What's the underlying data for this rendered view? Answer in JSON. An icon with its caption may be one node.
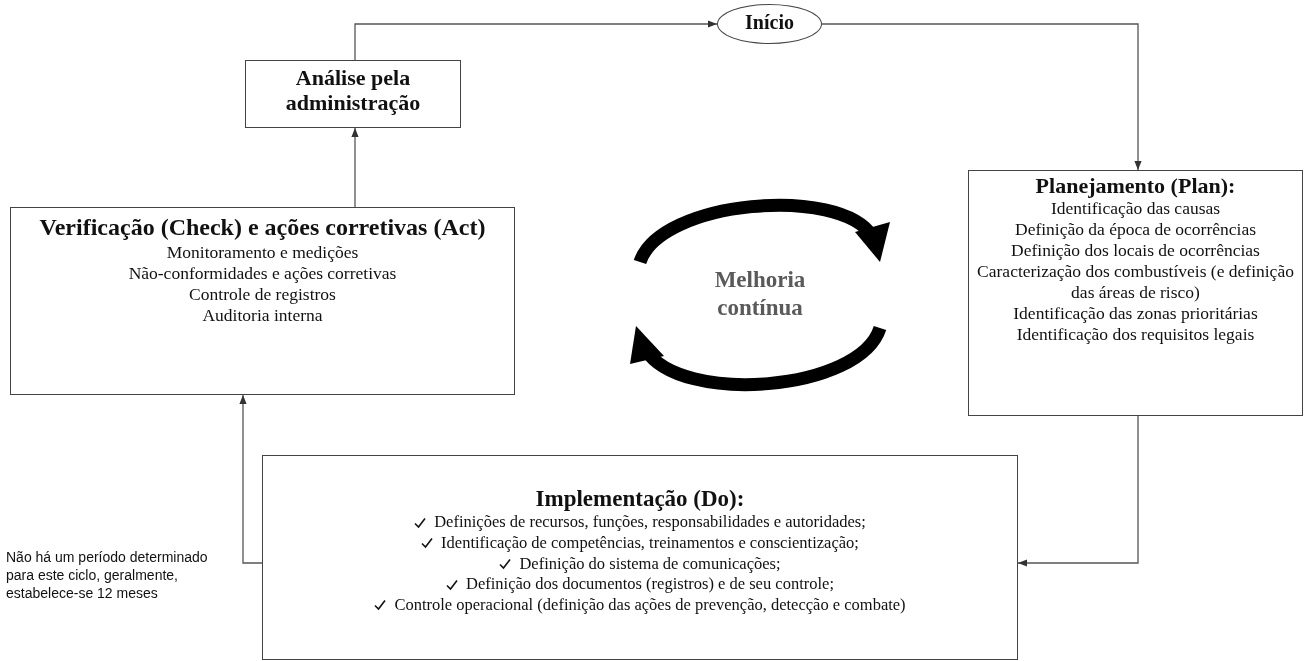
{
  "diagram": {
    "nodes": [
      {
        "text": [
          "Análise pela administração"
        ]
      },
      {
        "text": [
          "Início"
        ]
      },
      {
        "text": [
          "Verificação (Check) e ações corretivas (Act)",
          "Monitoramento e medições",
          "Não-conformidades e ações corretivas",
          "Controle de registros",
          "Auditoria interna"
        ]
      },
      {
        "text": [
          "Planejamento (Plan):",
          "Identificação das causas",
          "Definição da época de ocorrências",
          "Definição dos locais de ocorrências",
          "Caracterização dos combustíveis (e definição das áreas de risco)",
          "Identificação das zonas prioritárias",
          "Identificação dos requisitos legais"
        ]
      },
      {
        "text": [
          "Implementação (Do):",
          "Definições de recursos, funções, responsabilidades e autoridades;",
          "Identificação de competências, treinamentos e conscientização;",
          "Definição do sistema de comunicações;",
          "Definição dos documentos (registros) e de seu controle;",
          "Controle operacional (definição das ações de prevenção, detecção e combate)"
        ]
      }
    ],
    "edges": [
      {
        "from": 0,
        "to": 1,
        "arrow": "to"
      },
      {
        "from": 1,
        "to": 3,
        "arrow": "to"
      },
      {
        "from": 3,
        "to": 4,
        "arrow": "to"
      },
      {
        "from": 4,
        "to": 2,
        "arrow": "to"
      },
      {
        "from": 2,
        "to": 0,
        "arrow": "to"
      }
    ],
    "labels": [
      "Melhoria contínua",
      "Não há um período determinado para este ciclo, geralmente, estabelece-se 12 meses"
    ]
  }
}
